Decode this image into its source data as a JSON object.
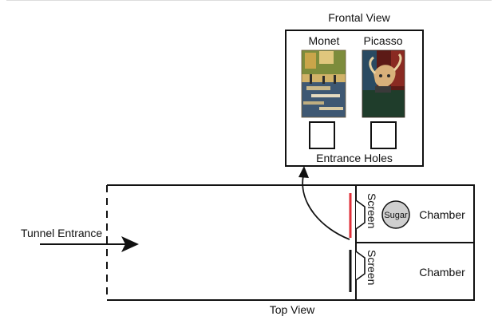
{
  "frontal_view": {
    "title": "Frontal View",
    "painting_left": "Monet",
    "painting_right": "Picasso",
    "holes_label": "Entrance Holes"
  },
  "top_view": {
    "title": "Top View",
    "tunnel_label": "Tunnel Entrance",
    "chamber_top_label": "Chamber",
    "chamber_bottom_label": "Chamber",
    "screen_top_label": "Screen",
    "screen_bottom_label": "Screen",
    "sugar_label": "Sugar"
  },
  "colors": {
    "line": "#111111",
    "highlight_screen": "#e0303a",
    "sugar_fill": "#cfcfcf",
    "monet_palette": [
      "#c79a3a",
      "#6f8a3b",
      "#2f4f6f",
      "#d8c08a"
    ],
    "picasso_palette": [
      "#6e1f1a",
      "#1f3a2a",
      "#b07a3a",
      "#2a2a2a"
    ]
  }
}
